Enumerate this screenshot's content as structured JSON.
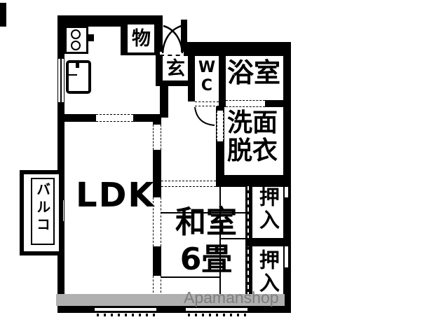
{
  "floorplan": {
    "rooms": {
      "ldk": {
        "label": "LDK"
      },
      "japanese_room": {
        "name": "和室",
        "size": "6畳"
      },
      "bath": {
        "label": "浴室"
      },
      "washroom": {
        "line1": "洗面",
        "line2": "脱衣"
      },
      "toilet": {
        "line1": "W",
        "line2": "C"
      },
      "entrance": {
        "label": "玄"
      },
      "storage": {
        "label": "物"
      },
      "closet_upper": {
        "label": "押入"
      },
      "closet_lower": {
        "label": "押入"
      },
      "balcony": {
        "label": "バルコ"
      }
    }
  },
  "watermark": {
    "text": "Apamanshop"
  },
  "colors": {
    "wall": "#000000",
    "background": "#ffffff",
    "watermark_band": "#b0b0b0",
    "watermark_text": "#7e7e7e"
  }
}
